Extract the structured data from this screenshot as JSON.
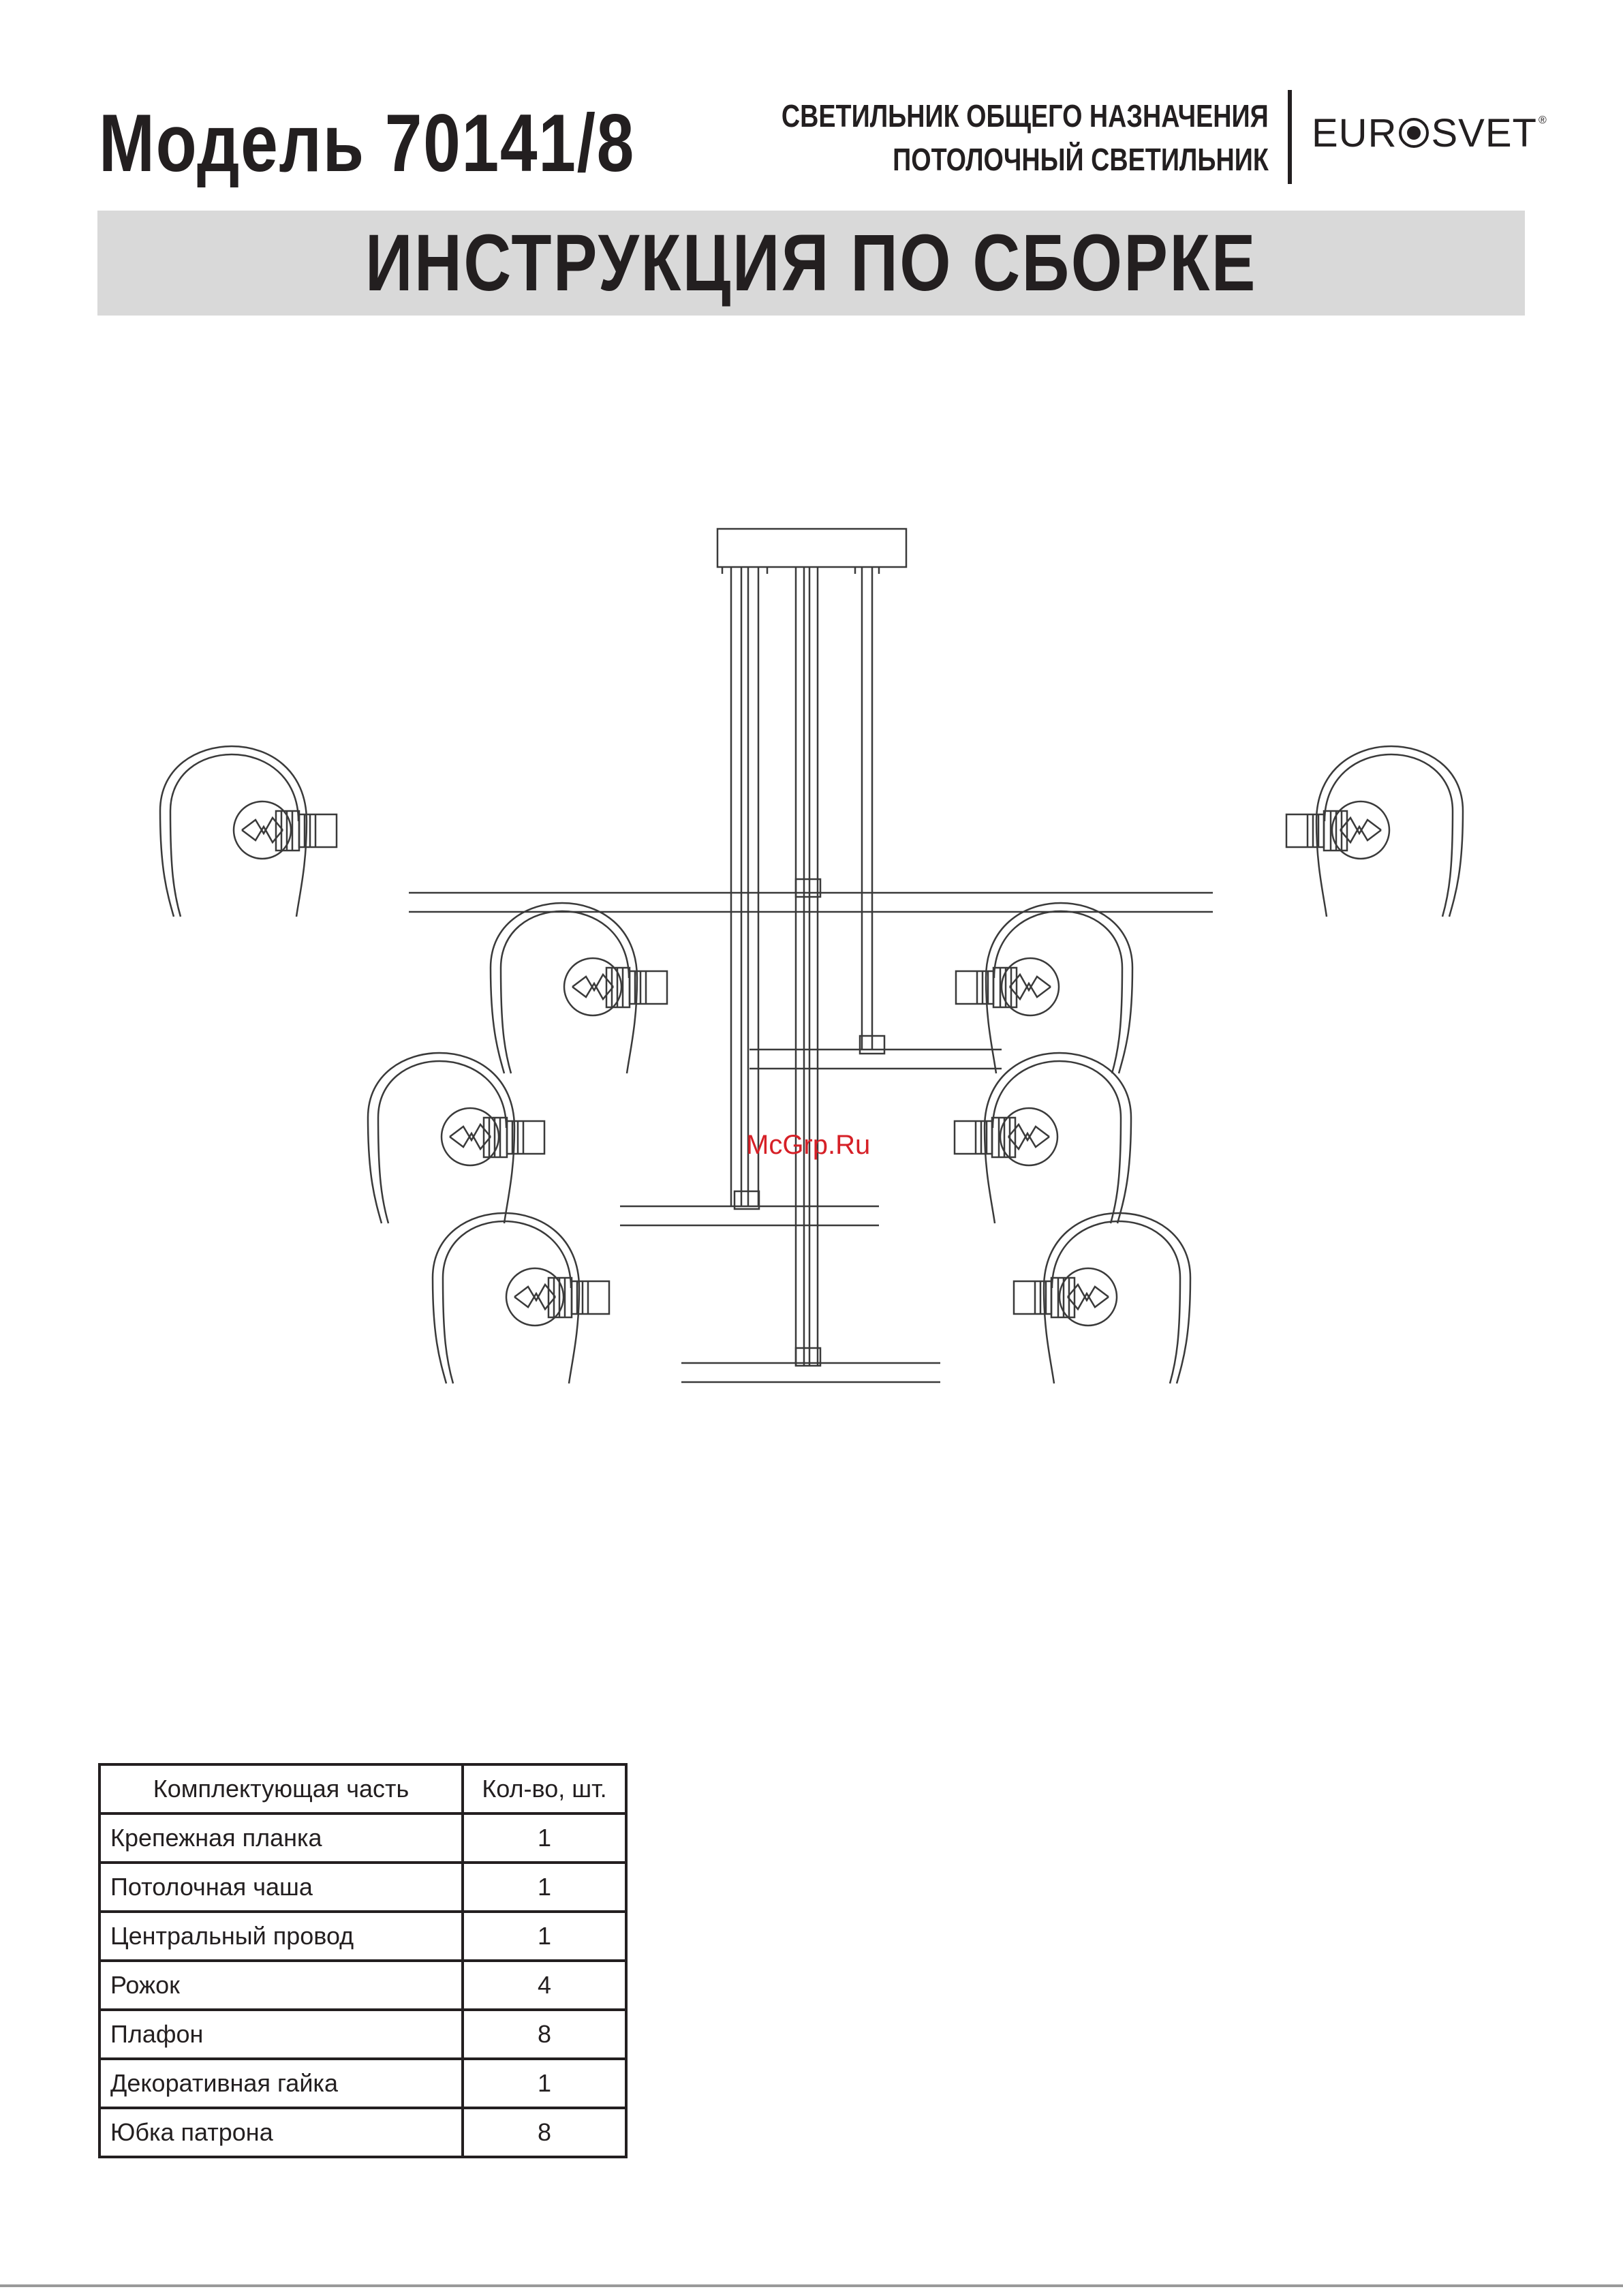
{
  "header": {
    "model_title": "Модель 70141/8",
    "subtitle_line1": "СВЕТИЛЬНИК ОБЩЕГО НАЗНАЧЕНИЯ",
    "subtitle_line2": "ПОТОЛОЧНЫЙ СВЕТИЛЬНИК",
    "brand_prefix": "EUR",
    "brand_suffix": "SVET",
    "brand_reg": "®"
  },
  "banner": {
    "title": "ИНСТРУКЦИЯ ПО СБОРКЕ"
  },
  "watermark": "McGrp.Ru",
  "parts_table": {
    "headers": [
      "Комплектующая часть",
      "Кол-во, шт."
    ],
    "rows": [
      {
        "name": "Крепежная планка",
        "qty": "1"
      },
      {
        "name": "Потолочная чаша",
        "qty": "1"
      },
      {
        "name": "Центральный провод",
        "qty": "1"
      },
      {
        "name": "Рожок",
        "qty": "4"
      },
      {
        "name": "Плафон",
        "qty": "8"
      },
      {
        "name": "Декоративная гайка",
        "qty": "1"
      },
      {
        "name": "Юбка патрона",
        "qty": "8"
      }
    ]
  },
  "colors": {
    "text": "#231f20",
    "banner_bg": "#d9d9d9",
    "watermark": "#d62027",
    "line_drawing": "#3a3a3a"
  }
}
